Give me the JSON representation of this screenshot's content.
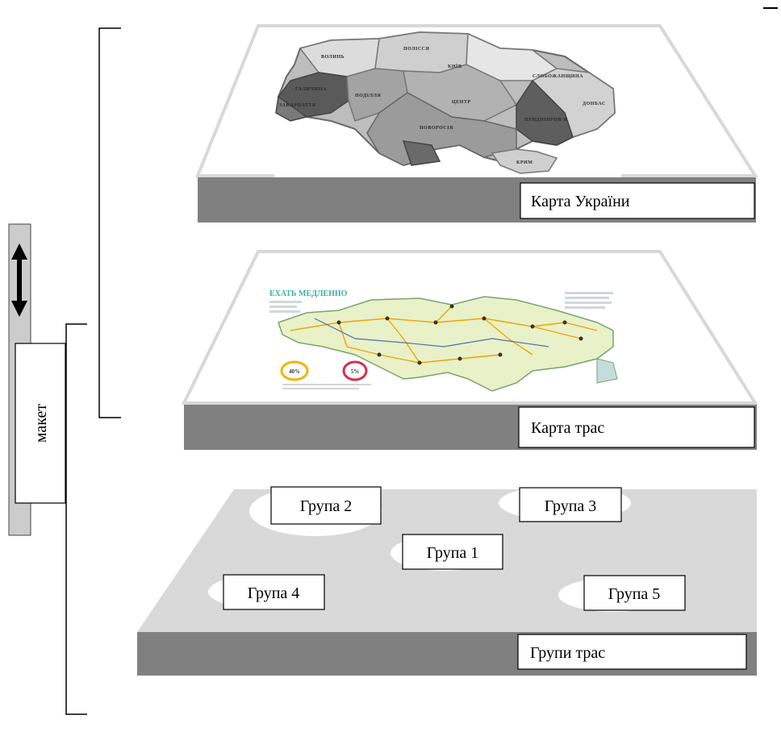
{
  "layers": {
    "top": {
      "label": "Карта України"
    },
    "middle": {
      "label": "Карта трас"
    },
    "bottom": {
      "label": "Групи трас",
      "groups": [
        "Група 2",
        "Група 3",
        "Група 1",
        "Група 4",
        "Група 5"
      ]
    }
  },
  "side": {
    "label": "макет"
  },
  "map_regions": [
    "ВОЛИНЬ",
    "ПОЛІССЯ",
    "ГАЛИЧИНА",
    "ПОДІЛЛЯ",
    "ЦЕНТР",
    "КИЇВ",
    "СЛОБОЖАНЩИНА",
    "ДОНБАС",
    "ПРИДНІПРОВ'Я",
    "НОВОРОСІЯ",
    "КРИМ",
    "ЗАКАРПАТТЯ"
  ],
  "route_map": {
    "title": "ЕХАТЬ МЕДЛЕННО",
    "badge_left": "40%",
    "badge_right": "5%"
  },
  "colors": {
    "base": "#808080",
    "plate": "#d9d9d9",
    "frame": "#cfcfcf",
    "accent": "#3bb0a8"
  }
}
